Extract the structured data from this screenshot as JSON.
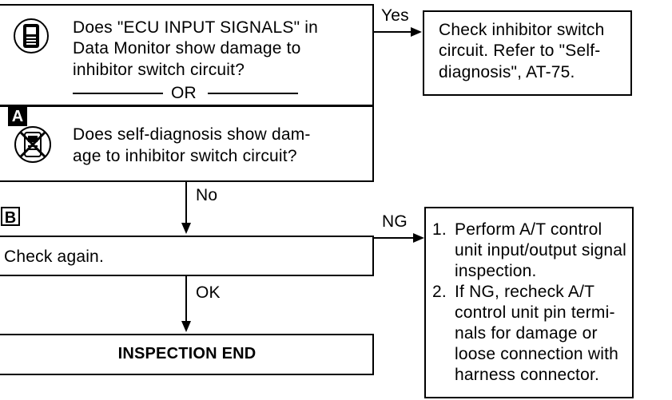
{
  "step_a": {
    "consult_question_lines": [
      "Does \"ECU INPUT SIGNALS\" in",
      "Data Monitor show damage to",
      "inhibitor switch circuit?"
    ],
    "or_label": "OR",
    "badge": "A",
    "self_diag_question_lines": [
      "Does self-diagnosis show dam-",
      "age to inhibitor switch circuit?"
    ]
  },
  "yes_branch": {
    "label": "Yes",
    "action_lines": [
      "Check inhibitor switch",
      "circuit. Refer to \"Self-",
      "diagnosis\", AT-75."
    ]
  },
  "no_branch": {
    "label": "No"
  },
  "step_b": {
    "badge": "B",
    "action": "Check again."
  },
  "ng_branch": {
    "label": "NG",
    "items": [
      {
        "num": "1.",
        "lines": [
          "Perform A/T control",
          "unit input/output signal",
          "inspection."
        ]
      },
      {
        "num": "2.",
        "lines": [
          "If NG, recheck A/T",
          "control unit pin termi-",
          "nals for damage or",
          "loose connection with",
          "harness connector."
        ]
      }
    ]
  },
  "ok_branch": {
    "label": "OK"
  },
  "end_box": {
    "label": "INSPECTION END"
  }
}
